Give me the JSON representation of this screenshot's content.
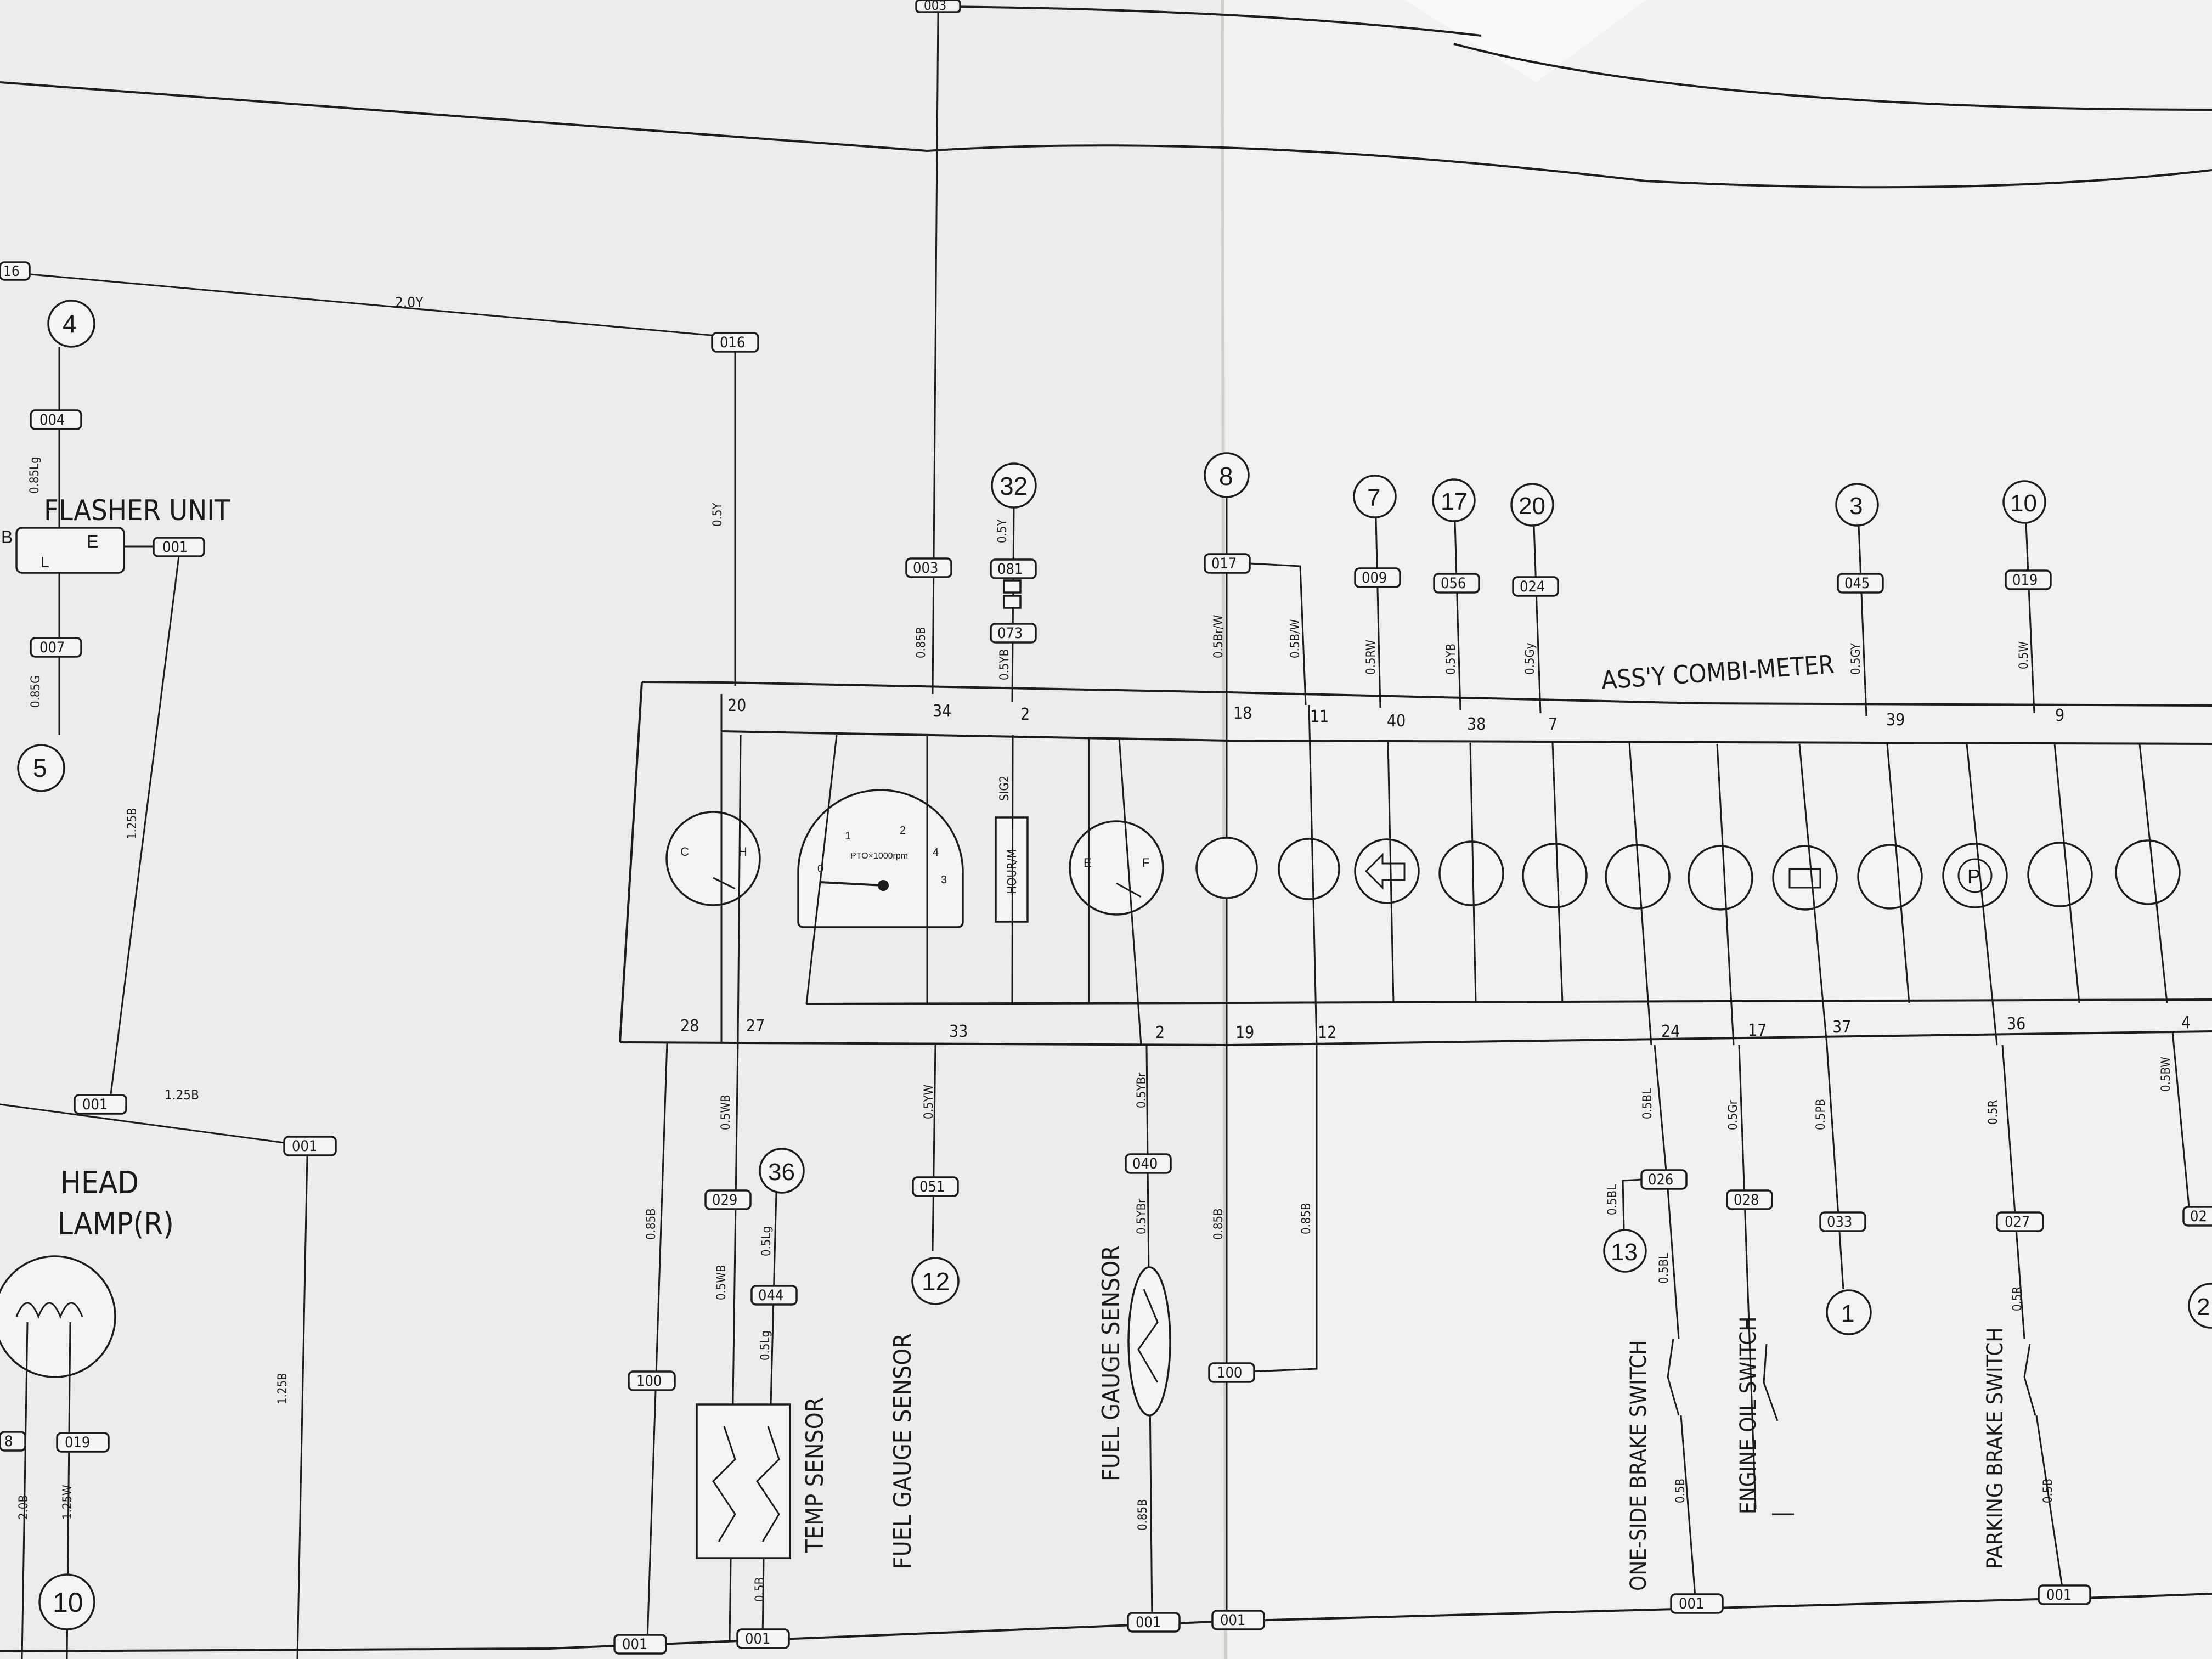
{
  "connectors": {
    "c003_top": "003",
    "c016_left": "16",
    "c016": "016",
    "c004": "004",
    "c001_flasher": "001",
    "c007": "007",
    "c003": "003",
    "c081": "081",
    "c073": "073",
    "c017": "017",
    "c009": "009",
    "c056": "056",
    "c024": "024",
    "c045": "045",
    "c019": "019",
    "c001_hl_a": "001",
    "c001_hl_b": "001",
    "c029": "029",
    "c044": "044",
    "c100_a": "100",
    "c051": "051",
    "c040": "040",
    "c100_b": "100",
    "c026": "026",
    "c028": "028",
    "c033": "033",
    "c027": "027",
    "c02x": "02",
    "c008": "8",
    "c019_low": "019",
    "c001_b1": "001",
    "c001_b2": "001",
    "c001_b3": "001",
    "c001_b4": "001",
    "c001_b5": "001",
    "c001_b6": "001"
  },
  "refs": {
    "r4": "4",
    "r5": "5",
    "r32": "32",
    "r8": "8",
    "r7": "7",
    "r17": "17",
    "r20": "20",
    "r3": "3",
    "r10": "10",
    "r36": "36",
    "r12": "12",
    "r13": "13",
    "r1": "1",
    "r10_low": "10",
    "r2": "2"
  },
  "components": {
    "flasher_unit": "FLASHER UNIT",
    "flasher_b": "B",
    "flasher_e": "E",
    "flasher_l": "L",
    "head_lamp_1": "HEAD",
    "head_lamp_2": "LAMP(R)",
    "combi_meter": "ASS'Y COMBI-METER",
    "hour_meter": "HOUR/M",
    "sig2": "SIG2",
    "temp_sensor": "TEMP SENSOR",
    "fuel_gauge_sensor_1": "FUEL GAUGE SENSOR",
    "fuel_gauge_sensor_2": "FUEL GAUGE SENSOR",
    "one_side_brake": "ONE-SIDE BRAKE SWITCH",
    "engine_oil": "ENGINE OIL SWITCH",
    "parking_brake": "PARKING BRAKE SWITCH",
    "tacho_text": "PTO×1000rpm"
  },
  "wires": {
    "w20y": "2.0Y",
    "w085lg": "0.85Lg",
    "w085g": "0.85G",
    "w125b_v": "1.25B",
    "w125b_h": "1.25B",
    "w125b_v2": "1.25B",
    "w05y_a": "0.5Y",
    "w085b_top": "0.85B",
    "w05y_b": "0.5Y",
    "w05yb_sig": "0.5YB",
    "w05brw": "0.5Br/W",
    "w05bw": "0.5B/W",
    "w05rw": "0.5RW",
    "w05yb_56": "0.5YB",
    "w05gy": "0.5Gy",
    "w05gy_45": "0.5GY",
    "w05w_19": "0.5W",
    "w05wb": "0.5WB",
    "w05yw": "0.5YW",
    "w05ybr_a": "0.5YBr",
    "w05ybr_b": "0.5YBr",
    "w085b_l": "0.85B",
    "w05wb_b": "0.5WB",
    "w05lg_a": "0.5Lg",
    "w05lg_b": "0.5Lg",
    "w05b_bot": "0.5B",
    "w085b_fg": "0.85B",
    "w085b_m1": "0.85B",
    "w085b_m2": "0.85B",
    "w05bl": "0.5BL",
    "w05bl_b": "0.5BL",
    "w05bl_c": "0.5BL",
    "w05b_osb": "0.5B",
    "w05gr": "0.5Gr",
    "w05pb": "0.5PB",
    "w05r": "0.5R",
    "w05r_b": "0.5R",
    "w05b_pb": "0.5B",
    "w05bw_r": "0.5BW",
    "w20b": "2.0B",
    "w125w": "1.25W"
  },
  "pins": {
    "p20": "20",
    "p34": "34",
    "p2a": "2",
    "p18": "18",
    "p11": "11",
    "p40": "40",
    "p38": "38",
    "p7": "7",
    "p39": "39",
    "p9": "9",
    "p28": "28",
    "p27": "27",
    "p33": "33",
    "p2b": "2",
    "p19": "19",
    "p12": "12",
    "p24": "24",
    "p17": "17",
    "p37": "37",
    "p36": "36",
    "p4": "4"
  },
  "tacho_ticks": {
    "t0": "0",
    "t1": "1",
    "t2": "2",
    "t3": "3",
    "t4": "4"
  },
  "gauge_marks": {
    "temp_c": "C",
    "temp_h": "H",
    "fuel_e": "E",
    "fuel_f": "F"
  }
}
